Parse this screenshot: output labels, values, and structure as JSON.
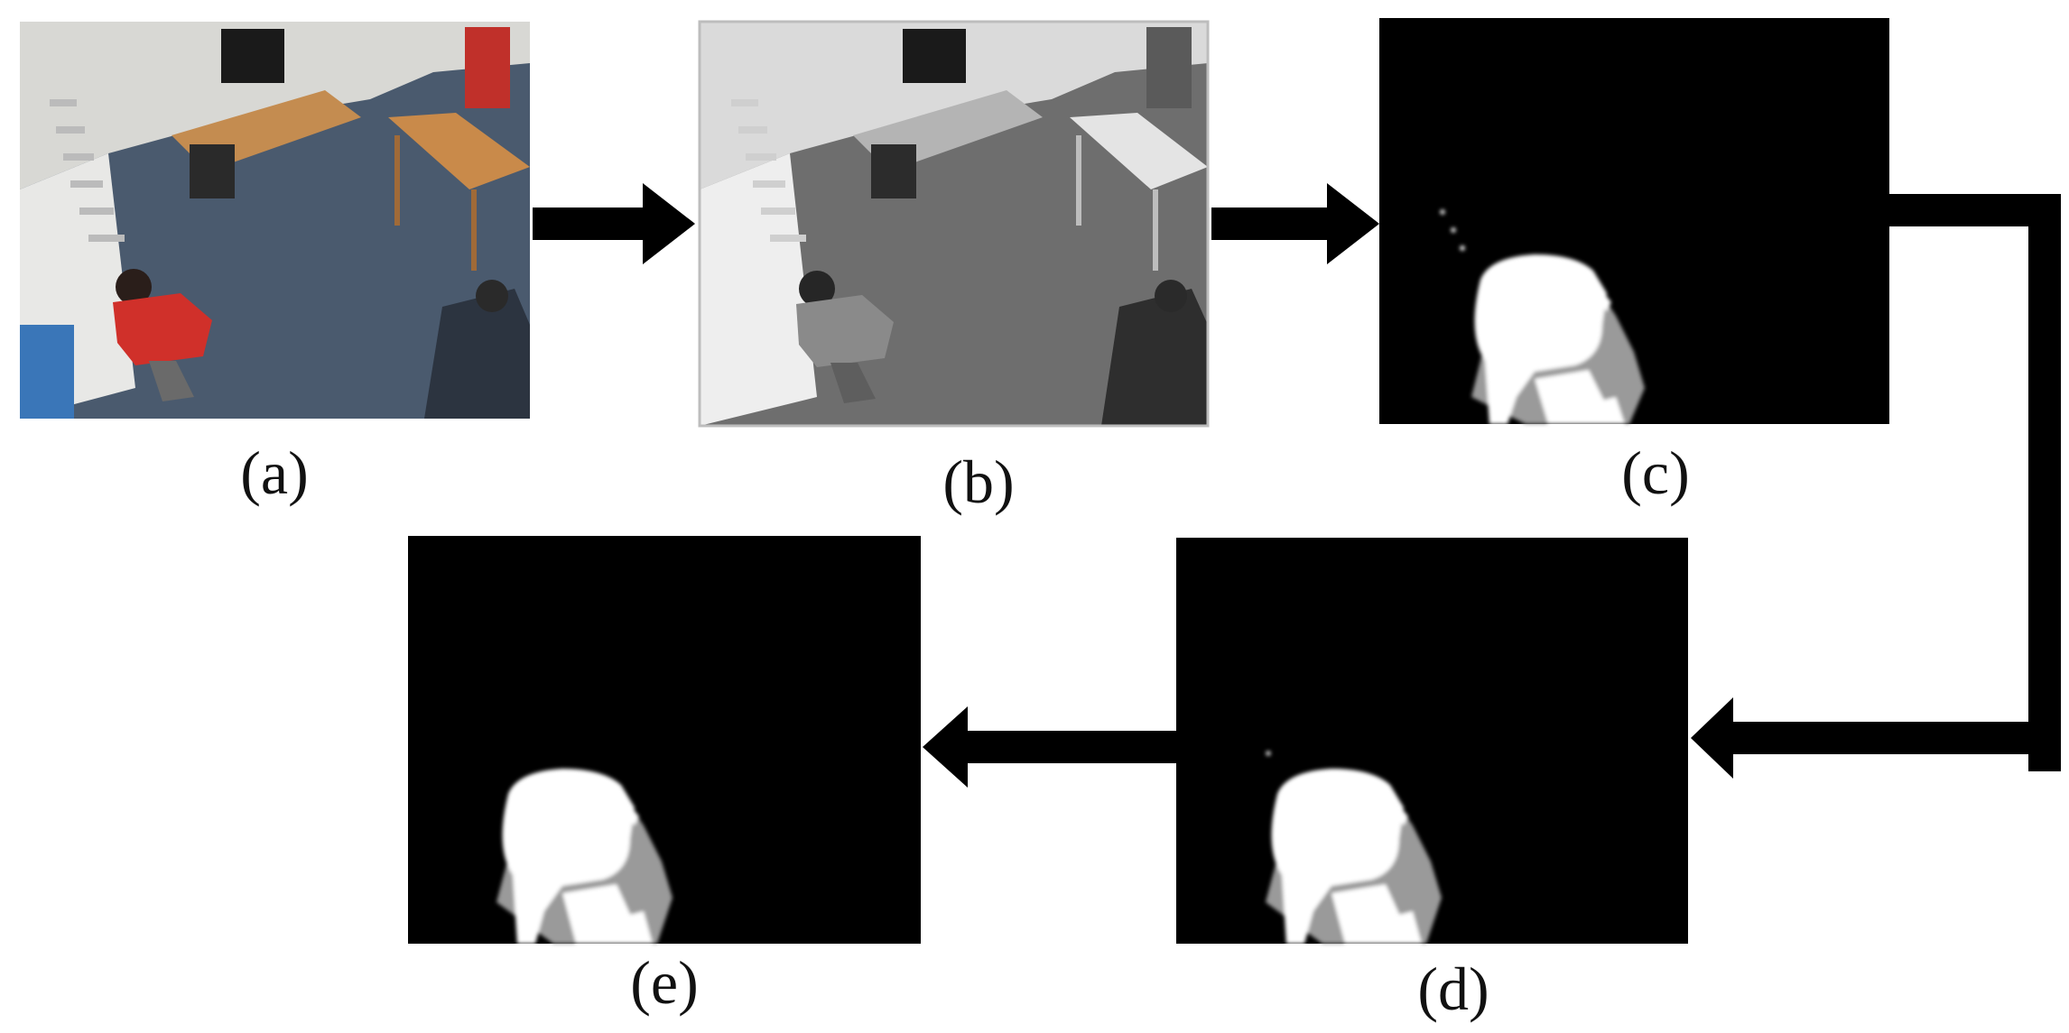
{
  "panels": [
    {
      "id": "a",
      "label": "(a)",
      "kind": "color-frame"
    },
    {
      "id": "b",
      "label": "(b)",
      "kind": "grayscale-frame"
    },
    {
      "id": "c",
      "label": "(c)",
      "kind": "foreground-mask"
    },
    {
      "id": "d",
      "label": "(d)",
      "kind": "filtered-mask"
    },
    {
      "id": "e",
      "label": "(e)",
      "kind": "final-mask"
    }
  ],
  "colors": {
    "arrow": "#000000",
    "mask_background": "#000000",
    "mask_foreground": "#ffffff",
    "mask_shadow": "#9a9a9a",
    "floor_color": "#4a5a6e",
    "shirt_red": "#d0302a",
    "table_wood": "#c98a4a",
    "wall": "#d8d8d4"
  },
  "icons": [
    "arrow-right-icon",
    "arrow-left-icon",
    "elbow-arrow-icon"
  ]
}
